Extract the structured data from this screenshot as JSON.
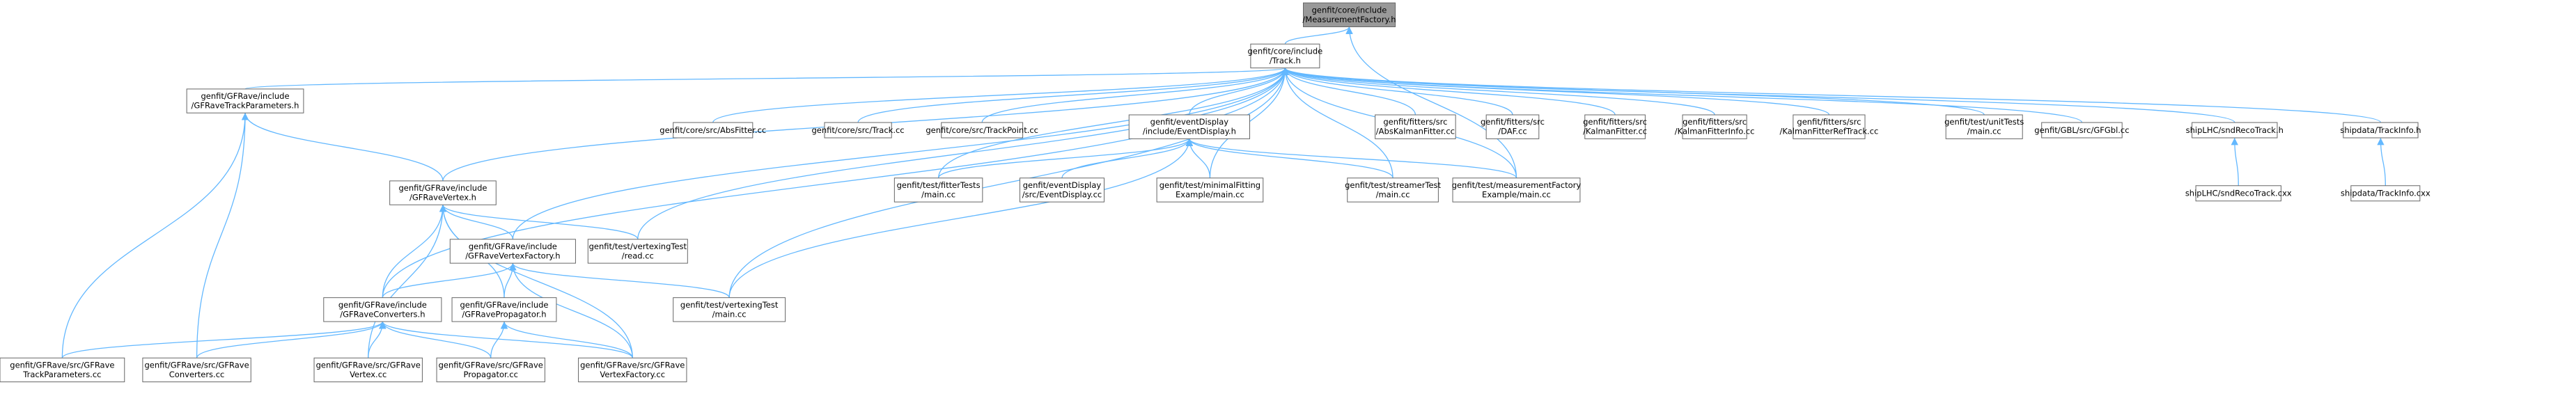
{
  "colors": {
    "edge": "#63b8ff",
    "node_border": "#666666",
    "root_fill": "#999999",
    "node_fill": "#ffffff",
    "text": "#000000"
  },
  "nodes": [
    {
      "id": "mf",
      "lines": [
        "genfit/core/include",
        "/MeasurementFactory.h"
      ],
      "root": true
    },
    {
      "id": "track",
      "lines": [
        "genfit/core/include",
        "/Track.h"
      ]
    },
    {
      "id": "gtp",
      "lines": [
        "genfit/GFRave/include",
        "/GFRaveTrackParameters.h"
      ]
    },
    {
      "id": "absfitter",
      "lines": [
        "genfit/core/src/AbsFitter.cc"
      ]
    },
    {
      "id": "trackcc",
      "lines": [
        "genfit/core/src/Track.cc"
      ]
    },
    {
      "id": "tpcc",
      "lines": [
        "genfit/core/src/TrackPoint.cc"
      ]
    },
    {
      "id": "evd",
      "lines": [
        "genfit/eventDisplay",
        "/include/EventDisplay.h"
      ]
    },
    {
      "id": "akf",
      "lines": [
        "genfit/fitters/src",
        "/AbsKalmanFitter.cc"
      ]
    },
    {
      "id": "daf",
      "lines": [
        "genfit/fitters/src",
        "/DAF.cc"
      ]
    },
    {
      "id": "kf",
      "lines": [
        "genfit/fitters/src",
        "/KalmanFitter.cc"
      ]
    },
    {
      "id": "kfi",
      "lines": [
        "genfit/fitters/src",
        "/KalmanFitterInfo.cc"
      ]
    },
    {
      "id": "kfr",
      "lines": [
        "genfit/fitters/src",
        "/KalmanFitterRefTrack.cc"
      ]
    },
    {
      "id": "unit",
      "lines": [
        "genfit/test/unitTests",
        "/main.cc"
      ]
    },
    {
      "id": "gbl",
      "lines": [
        "genfit/GBL/src/GFGbl.cc"
      ]
    },
    {
      "id": "shiplhc",
      "lines": [
        "shipLHC/sndRecoTrack.h"
      ]
    },
    {
      "id": "shipdata",
      "lines": [
        "shipdata/TrackInfo.h"
      ]
    },
    {
      "id": "gvh",
      "lines": [
        "genfit/GFRave/include",
        "/GFRaveVertex.h"
      ]
    },
    {
      "id": "fittertests",
      "lines": [
        "genfit/test/fitterTests",
        "/main.cc"
      ]
    },
    {
      "id": "evdcc",
      "lines": [
        "genfit/eventDisplay",
        "/src/EventDisplay.cc"
      ]
    },
    {
      "id": "minfit",
      "lines": [
        "genfit/test/minimalFitting",
        "Example/main.cc"
      ]
    },
    {
      "id": "streamer",
      "lines": [
        "genfit/test/streamerTest",
        "/main.cc"
      ]
    },
    {
      "id": "mfex",
      "lines": [
        "genfit/test/measurementFactory",
        "Example/main.cc"
      ]
    },
    {
      "id": "shiplhccxx",
      "lines": [
        "shipLHC/sndRecoTrack.cxx"
      ]
    },
    {
      "id": "shipdatacxx",
      "lines": [
        "shipdata/TrackInfo.cxx"
      ]
    },
    {
      "id": "gvf",
      "lines": [
        "genfit/GFRave/include",
        "/GFRaveVertexFactory.h"
      ]
    },
    {
      "id": "vread",
      "lines": [
        "genfit/test/vertexingTest",
        "/read.cc"
      ]
    },
    {
      "id": "gconv",
      "lines": [
        "genfit/GFRave/include",
        "/GFRaveConverters.h"
      ]
    },
    {
      "id": "gprop",
      "lines": [
        "genfit/GFRave/include",
        "/GFRavePropagator.h"
      ]
    },
    {
      "id": "vmain",
      "lines": [
        "genfit/test/vertexingTest",
        "/main.cc"
      ]
    },
    {
      "id": "gtpcc",
      "lines": [
        "genfit/GFRave/src/GFRave",
        "TrackParameters.cc"
      ]
    },
    {
      "id": "gconvcc",
      "lines": [
        "genfit/GFRave/src/GFRave",
        "Converters.cc"
      ]
    },
    {
      "id": "gvcc",
      "lines": [
        "genfit/GFRave/src/GFRave",
        "Vertex.cc"
      ]
    },
    {
      "id": "gpropcc",
      "lines": [
        "genfit/GFRave/src/GFRave",
        "Propagator.cc"
      ]
    },
    {
      "id": "gvfcc",
      "lines": [
        "genfit/GFRave/src/GFRave",
        "VertexFactory.cc"
      ]
    }
  ],
  "edges": [
    [
      "track",
      "mf"
    ],
    [
      "mfex",
      "mf"
    ],
    [
      "gtp",
      "track"
    ],
    [
      "absfitter",
      "track"
    ],
    [
      "trackcc",
      "track"
    ],
    [
      "tpcc",
      "track"
    ],
    [
      "evd",
      "track"
    ],
    [
      "akf",
      "track"
    ],
    [
      "daf",
      "track"
    ],
    [
      "kf",
      "track"
    ],
    [
      "kfi",
      "track"
    ],
    [
      "kfr",
      "track"
    ],
    [
      "unit",
      "track"
    ],
    [
      "gbl",
      "track"
    ],
    [
      "shiplhc",
      "track"
    ],
    [
      "shipdata",
      "track"
    ],
    [
      "gvh",
      "track"
    ],
    [
      "fittertests",
      "track"
    ],
    [
      "minfit",
      "track"
    ],
    [
      "streamer",
      "track"
    ],
    [
      "mfex",
      "track"
    ],
    [
      "gvf",
      "track"
    ],
    [
      "vread",
      "track"
    ],
    [
      "gconv",
      "track"
    ],
    [
      "vmain",
      "track"
    ],
    [
      "fittertests",
      "evd"
    ],
    [
      "evdcc",
      "evd"
    ],
    [
      "minfit",
      "evd"
    ],
    [
      "streamer",
      "evd"
    ],
    [
      "mfex",
      "evd"
    ],
    [
      "vmain",
      "evd"
    ],
    [
      "shiplhccxx",
      "shiplhc"
    ],
    [
      "shipdatacxx",
      "shipdata"
    ],
    [
      "gvh",
      "gtp"
    ],
    [
      "gtpcc",
      "gtp"
    ],
    [
      "gconvcc",
      "gtp"
    ],
    [
      "gvf",
      "gvh"
    ],
    [
      "vread",
      "gvh"
    ],
    [
      "gconv",
      "gvh"
    ],
    [
      "gprop",
      "gvh"
    ],
    [
      "gvcc",
      "gvh"
    ],
    [
      "gvfcc",
      "gvh"
    ],
    [
      "gconv",
      "gvf"
    ],
    [
      "gprop",
      "gvf"
    ],
    [
      "vmain",
      "gvf"
    ],
    [
      "gvfcc",
      "gvf"
    ],
    [
      "gtpcc",
      "gconv"
    ],
    [
      "gconvcc",
      "gconv"
    ],
    [
      "gvcc",
      "gconv"
    ],
    [
      "gpropcc",
      "gconv"
    ],
    [
      "gvfcc",
      "gconv"
    ],
    [
      "gpropcc",
      "gprop"
    ],
    [
      "gvfcc",
      "gprop"
    ]
  ]
}
